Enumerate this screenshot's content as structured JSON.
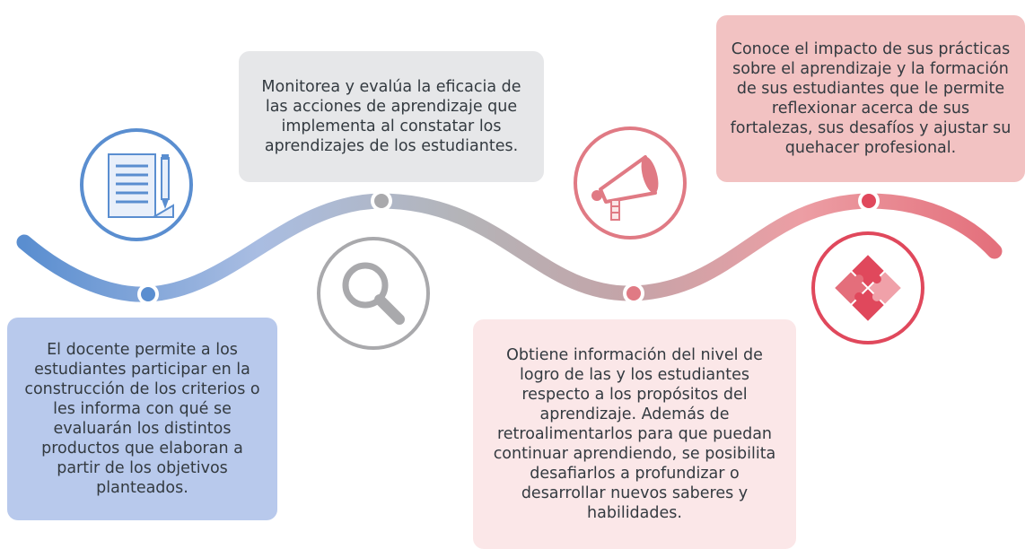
{
  "steps": [
    {
      "text": "El docente permite a los estudiantes participar en la construcción de los criterios o les informa con qué se evaluarán los distintos productos que elaboran a partir de los objetivos planteados.",
      "color": "#b8c9ec",
      "icon": "document-pencil-icon"
    },
    {
      "text": "Monitorea y evalúa la eficacia de las acciones de aprendizaje que implementa al constatar los aprendizajes de los estudiantes.",
      "color": "#e6e7e9",
      "icon": "magnifier-icon"
    },
    {
      "text": "Obtiene información del nivel de logro de las y los estudiantes respecto a los propósitos del aprendizaje. Además de retroalimentarlos para que puedan continuar aprendiendo, se posibilita desafiarlos a profundizar o desarrollar nuevos saberes y habilidades.",
      "color": "#fbe7e8",
      "icon": "megaphone-icon"
    },
    {
      "text": "Conoce el impacto de sus prácticas sobre el aprendizaje y la formación de sus estudiantes que le permite reflexionar acerca de sus fortalezas, sus desafíos y ajustar su quehacer profesional.",
      "color": "#f2c2c2",
      "icon": "puzzle-icon"
    }
  ],
  "colors": {
    "blue": "#5a8ed0",
    "gray": "#a9a9ac",
    "pink": "#e07a84",
    "red": "#e0485c"
  }
}
